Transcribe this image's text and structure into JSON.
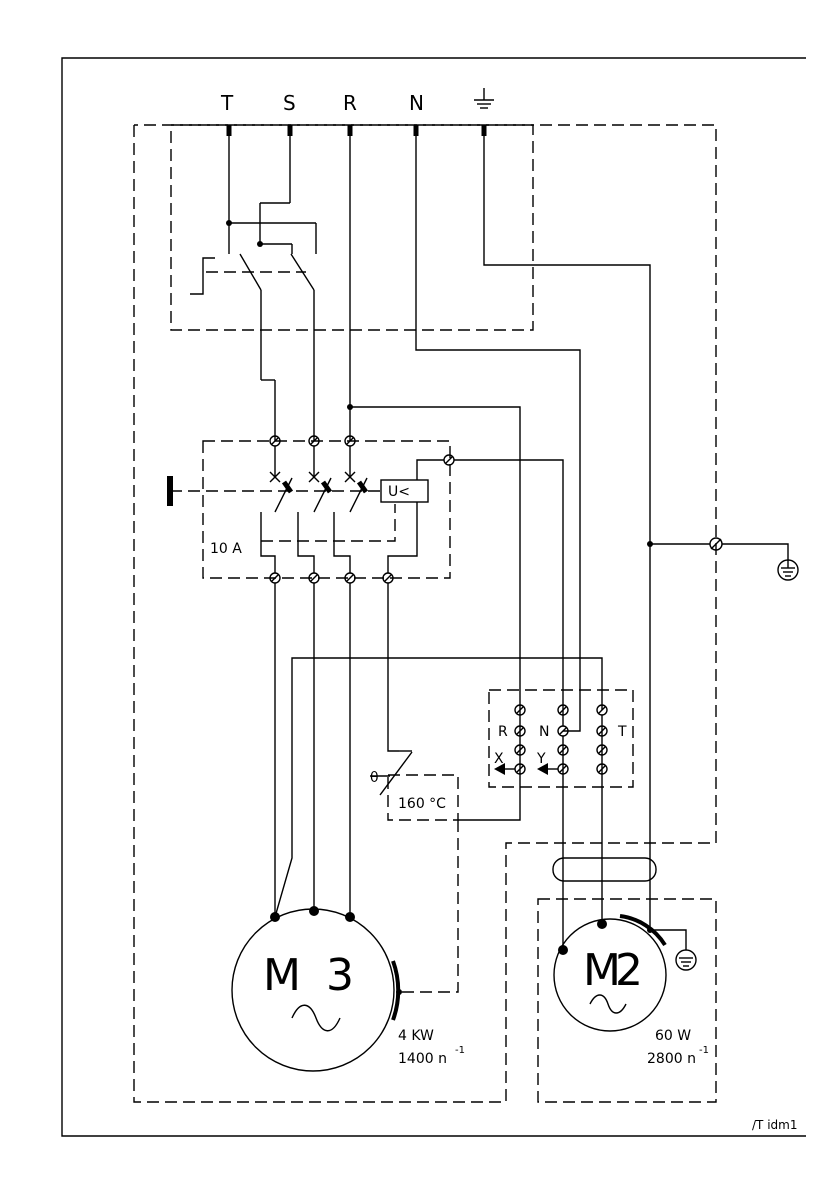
{
  "terminals": {
    "t": "T",
    "s": "S",
    "r": "R",
    "n": "N"
  },
  "breaker": {
    "current": "10 A",
    "undervoltage": "U<"
  },
  "terminal_block": {
    "r": "R",
    "n": "N",
    "t": "T",
    "x": "X",
    "y": "Y"
  },
  "thermostat": {
    "symbol": "θ",
    "temp": "160 °C"
  },
  "motor_main": {
    "letter": "M",
    "phases": "3",
    "power": "4 KW",
    "speed": "1400 n",
    "speed_exp": "-1"
  },
  "motor_aux": {
    "letter": "M",
    "phases": "2",
    "power": "60 W",
    "speed": "2800 n",
    "speed_exp": "-1"
  },
  "reference": "/T idm1"
}
